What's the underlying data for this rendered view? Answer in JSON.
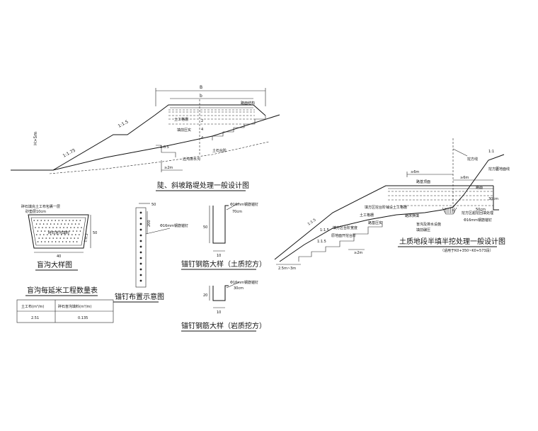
{
  "main_section": {
    "title": "陡、斜坡路堤处理一般设计图",
    "dim_top": "B",
    "dim_half": "b",
    "height": "H>5m",
    "slope_upper": "1:1.5",
    "slope_lower": "1:1.75",
    "slope_step": "1:0.5",
    "bench_width": "≥2m",
    "labels": {
      "road_surface": "路面结构",
      "soil_geogrid": "土工格栅",
      "backfill": "填前压实",
      "step": "土石台阶",
      "side_ditch": "边沟排水沟",
      "nums": [
        "2",
        "4",
        "4"
      ]
    }
  },
  "ditch_detail": {
    "title": "盲沟大样图",
    "top_note": "碎石填充土工布包裹一层",
    "sub_note": "砂垫层10cm",
    "fill_label": "碎石盲沟填料",
    "width": "40",
    "height": "50",
    "slope": "1:0.2"
  },
  "anchor_layout": {
    "title": "锚钉布置示意图",
    "dims": [
      "50",
      "200"
    ],
    "note": "Φ16mm钢筋锚钉"
  },
  "rebar_soil": {
    "title": "锚钉钢筋大样（土质挖方）",
    "note": "Φ16mm钢筋锚钉",
    "note2": "70cm",
    "len": "50",
    "width": "10"
  },
  "rebar_rock": {
    "title": "锚钉钢筋大样（岩质挖方）",
    "note": "Φ16mm钢筋锚钉",
    "note2": "30cm",
    "len": "20",
    "width": "10"
  },
  "quantity_table": {
    "title": "盲沟每延米工程数量表",
    "headers": [
      "土工布(m²/m)",
      "碎石盲沟填料(m³/m)"
    ],
    "values": [
      "2.51",
      "0.135"
    ]
  },
  "right_section": {
    "title": "土质地段半填半挖处理一般设计图",
    "subtitle": "（适用于K0+350~K0+573段）",
    "dims": [
      "≥6m",
      "≥6m",
      "≥2m",
      "2.5m~3m"
    ],
    "labels": {
      "excavate_line": "挖方线",
      "original_ground": "原地面线",
      "road_line": "路基顶面",
      "pavement": "路面",
      "geogrid1": "填方区挖台阶铺设土工格栅",
      "geogrid2": "土工格栅",
      "soil_cut": "路床换填",
      "compaction": "路基压实",
      "anchor": "Φ16mm钢筋锚钉",
      "drain": "盲沟及排水设施",
      "sand": "填前碾压",
      "scope": "挖方区超挖回填处理",
      "cut_slope": "挖方区",
      "step_note": "填方区台阶宽度",
      "step_text": "原地面开挖台阶",
      "ratio_1": "1:1.5",
      "ratio_2": "1:1.5",
      "ratio_3": "1:1.5",
      "ratio_4": "1:1",
      "dim_small": "30cm",
      "dim_small2": "50cm"
    }
  }
}
